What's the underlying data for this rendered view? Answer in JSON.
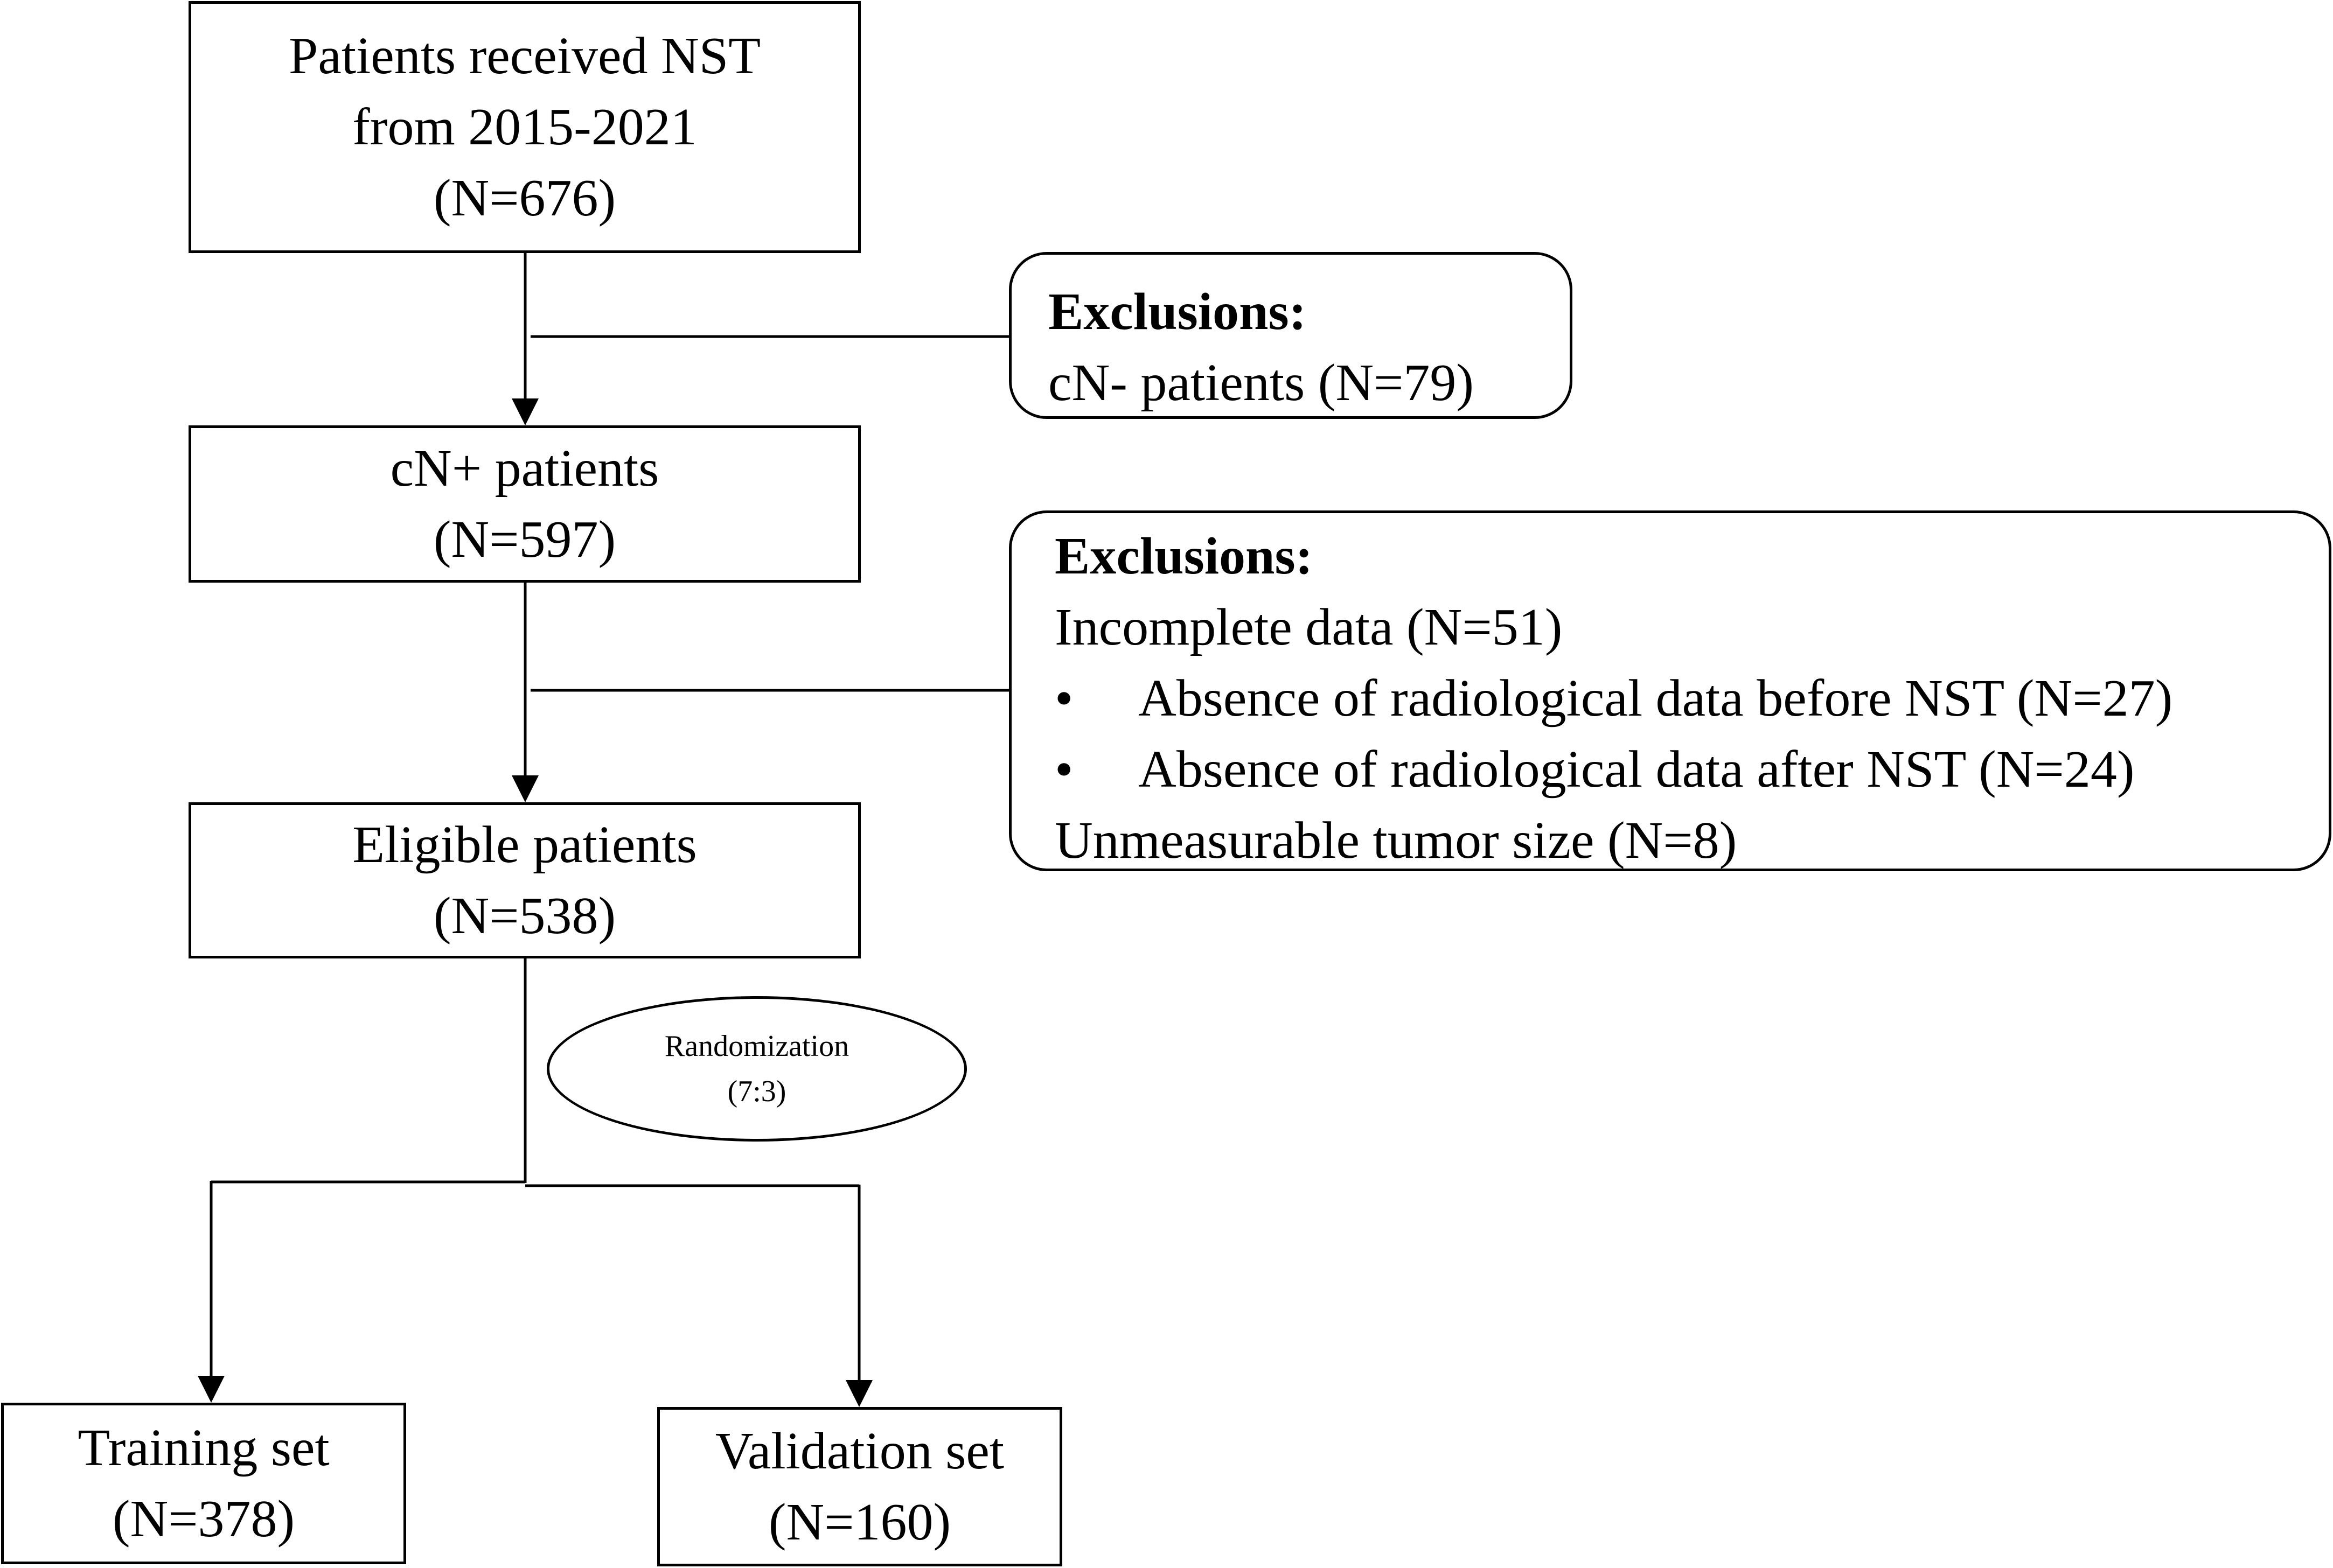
{
  "nodes": {
    "start": {
      "lines": [
        "Patients received NST",
        "from 2015-2021",
        "(N=676)"
      ]
    },
    "cn_plus": {
      "lines": [
        "cN+ patients",
        "(N=597)"
      ]
    },
    "eligible": {
      "lines": [
        "Eligible patients",
        "(N=538)"
      ]
    },
    "training": {
      "lines": [
        "Training set",
        "(N=378)"
      ]
    },
    "validation": {
      "lines": [
        "Validation set",
        "(N=160)"
      ]
    }
  },
  "exclusions_1": {
    "heading": "Exclusions:",
    "line1": "cN- patients (N=79)"
  },
  "exclusions_2": {
    "heading": "Exclusions:",
    "line1": "Incomplete data (N=51)",
    "bullets": [
      "Absence of radiological data before NST (N=27)",
      "Absence of radiological data after NST (N=24)"
    ],
    "bullet_symbol": "•",
    "line_last": "Unmeasurable tumor size  (N=8)"
  },
  "randomization": {
    "lines": [
      "Randomization",
      "(7:3)"
    ]
  },
  "colors": {
    "stroke": "#000000",
    "fill": "#ffffff"
  }
}
